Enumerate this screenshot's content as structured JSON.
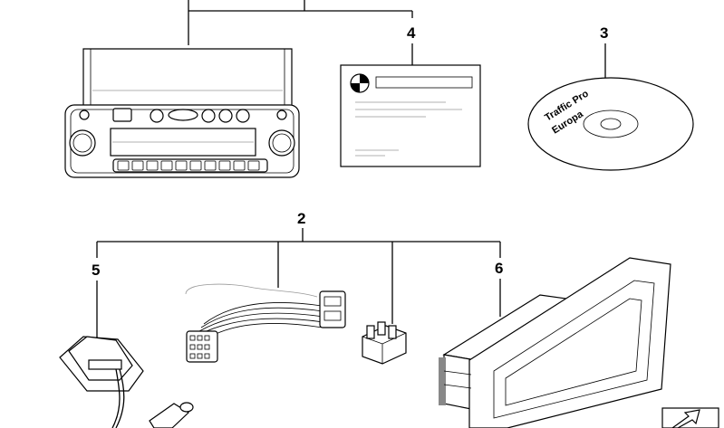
{
  "callouts": {
    "radio_assembly": "2",
    "navigation_cd": "3",
    "manual": "4",
    "antenna": "5",
    "mounting_frame": "6"
  },
  "cd_label": {
    "line1": "Traffic Pro",
    "line2": "Europa"
  },
  "icons": [
    "bmw-roundel-icon",
    "view-direction-icon"
  ]
}
